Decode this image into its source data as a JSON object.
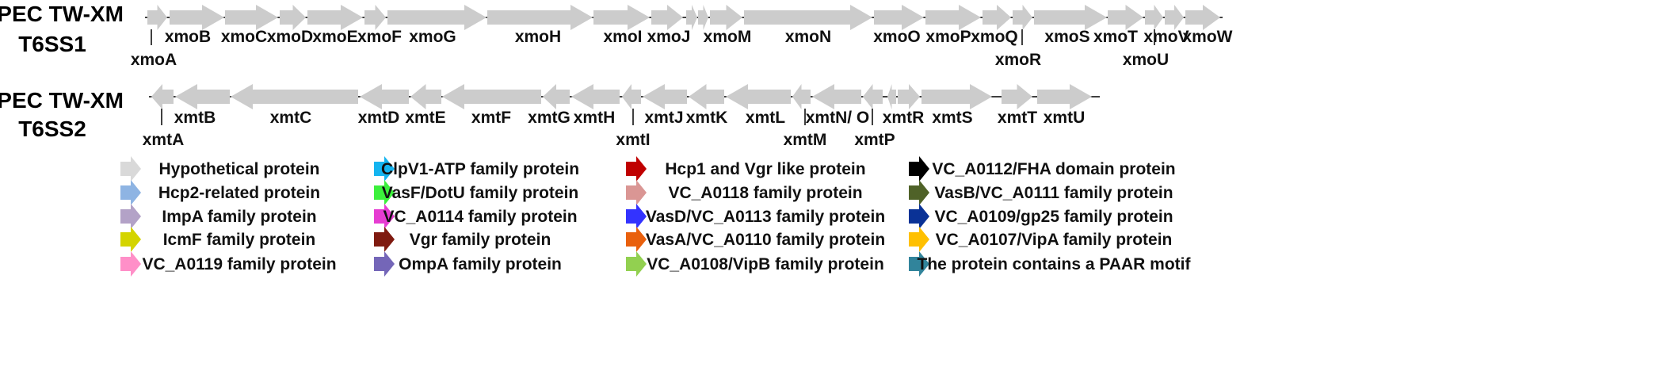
{
  "loci": [
    {
      "title_line1": "APEC TW-XM",
      "title_line2": "T6SS1",
      "genes": [
        {
          "name": "xmoA",
          "family": "VC_A0107/VipA family protein",
          "dir": "right"
        },
        {
          "name": "xmoB",
          "family": "VC_A0108/VipB family protein",
          "dir": "right"
        },
        {
          "name": "xmoC",
          "family": "VC_A0114 family protein",
          "dir": "right"
        },
        {
          "name": "xmoD",
          "family": "VasF/DotU family protein",
          "dir": "right"
        },
        {
          "name": "xmoE",
          "family": "OmpA family protein",
          "dir": "right"
        },
        {
          "name": "xmoF",
          "family": "Hcp1 and Vgr like protein",
          "dir": "right"
        },
        {
          "name": "xmoG",
          "family": "ClpV1-ATP family protein",
          "dir": "right"
        },
        {
          "name": "xmoH",
          "family": "Vgr family protein",
          "dir": "right"
        },
        {
          "name": "xmoI",
          "family": "Hypothetical protein",
          "dir": "right"
        },
        {
          "name": "xmoJ",
          "family": "Hypothetical protein",
          "dir": "right"
        },
        {
          "name": "",
          "family": "Hypothetical protein",
          "dir": "right"
        },
        {
          "name": "",
          "family": "Hypothetical protein",
          "dir": "right"
        },
        {
          "name": "xmoM",
          "family": "Hypothetical protein",
          "dir": "right"
        },
        {
          "name": "xmoN",
          "family": "IcmF family protein",
          "dir": "right"
        },
        {
          "name": "xmoO",
          "family": "VC_A0119 family protein",
          "dir": "right"
        },
        {
          "name": "xmoP",
          "family": "The protein contains a PAAR motif",
          "dir": "right"
        },
        {
          "name": "xmoQ",
          "family": "Hypothetical protein",
          "dir": "right"
        },
        {
          "name": "xmoR",
          "family": "Hypothetical protein",
          "dir": "right"
        },
        {
          "name": "xmoS",
          "family": "VasA/VC_A0110 family protein",
          "dir": "right"
        },
        {
          "name": "xmoT",
          "family": "VasB/VC_A0111 family protein",
          "dir": "right"
        },
        {
          "name": "xmoU",
          "family": "VasD/VC_A0113 family protein",
          "dir": "right"
        },
        {
          "name": "xmoV",
          "family": "VC_A0109/gp25 family protein",
          "dir": "right"
        },
        {
          "name": "xmoW",
          "family": "ImpA family protein",
          "dir": "right"
        }
      ]
    },
    {
      "title_line1": "APEC TW-XM",
      "title_line2": "T6SS2",
      "genes": [
        {
          "name": "xmtA",
          "family": "Hcp2-related protein",
          "dir": "left"
        },
        {
          "name": "xmtB",
          "family": "ImpA family protein",
          "dir": "left"
        },
        {
          "name": "xmtC",
          "family": "IcmF family protein",
          "dir": "left"
        },
        {
          "name": "xmtD",
          "family": "VC_A0119 family protein",
          "dir": "left"
        },
        {
          "name": "xmtE",
          "family": "VC_A0118 family protein",
          "dir": "left"
        },
        {
          "name": "xmtF",
          "family": "ClpV1-ATP family protein",
          "dir": "left"
        },
        {
          "name": "xmtG",
          "family": "VasF/DotU family protein",
          "dir": "left"
        },
        {
          "name": "xmtH",
          "family": "VC_A0114 family protein",
          "dir": "left"
        },
        {
          "name": "xmtI",
          "family": "VasD/VC_A0113 family protein",
          "dir": "left"
        },
        {
          "name": "xmtJ",
          "family": "VC_A0112/FHA domain protein",
          "dir": "left"
        },
        {
          "name": "xmtK",
          "family": "VasB/VC_A0111 family protein",
          "dir": "left"
        },
        {
          "name": "xmtL",
          "family": "VasA/VC_A0110 family protein",
          "dir": "left"
        },
        {
          "name": "xmtM",
          "family": "VC_A0109/gp25 family protein",
          "dir": "left"
        },
        {
          "name": "xmtN/ O",
          "family": "VC_A0108/VipB family protein",
          "dir": "left"
        },
        {
          "name": "xmtP",
          "family": "VC_A0107/VipA family protein",
          "dir": "left"
        },
        {
          "name": "",
          "family": "Hypothetical protein",
          "dir": "left"
        },
        {
          "name": "xmtR",
          "family": "Hcp1 and Vgr like protein",
          "dir": "right"
        },
        {
          "name": "xmtS",
          "family": "Vgr family protein",
          "dir": "right"
        },
        {
          "name": "xmtT",
          "family": "Hypothetical protein",
          "dir": "right"
        },
        {
          "name": "xmtU",
          "family": "The protein contains a PAAR motif",
          "dir": "right"
        }
      ]
    }
  ],
  "legend": [
    {
      "label": "Hypothetical protein",
      "color": "#d9d9d9"
    },
    {
      "label": "Hcp2-related protein",
      "color": "#8eb4e3"
    },
    {
      "label": "ImpA family protein",
      "color": "#b3a2c7"
    },
    {
      "label": "IcmF family protein",
      "color": "#d4d400"
    },
    {
      "label": "VC_A0119 family protein",
      "color": "#ff8fc8"
    },
    {
      "label": "ClpV1-ATP family protein",
      "color": "#14b4f0"
    },
    {
      "label": "VasF/DotU family protein",
      "color": "#3cf03c"
    },
    {
      "label": "VC_A0114 family protein",
      "color": "#e63cd2"
    },
    {
      "label": "Vgr family protein",
      "color": "#7f1a10"
    },
    {
      "label": "OmpA family protein",
      "color": "#7466b8"
    },
    {
      "label": "Hcp1 and Vgr like protein",
      "color": "#c00000"
    },
    {
      "label": "VC_A0118 family protein",
      "color": "#da9694"
    },
    {
      "label": "VasD/VC_A0113 family protein",
      "color": "#3333ff"
    },
    {
      "label": "VasA/VC_A0110 family protein",
      "color": "#e9600d"
    },
    {
      "label": "VC_A0108/VipB family protein",
      "color": "#92d050"
    },
    {
      "label": "VC_A0112/FHA domain protein",
      "color": "#000000"
    },
    {
      "label": "VasB/VC_A0111 family protein",
      "color": "#4f6228"
    },
    {
      "label": "VC_A0109/gp25 family protein",
      "color": "#0a3296"
    },
    {
      "label": "VC_A0107/VipA family protein",
      "color": "#ffc000"
    },
    {
      "label": "The protein contains a PAAR motif",
      "color": "#31849b"
    }
  ]
}
